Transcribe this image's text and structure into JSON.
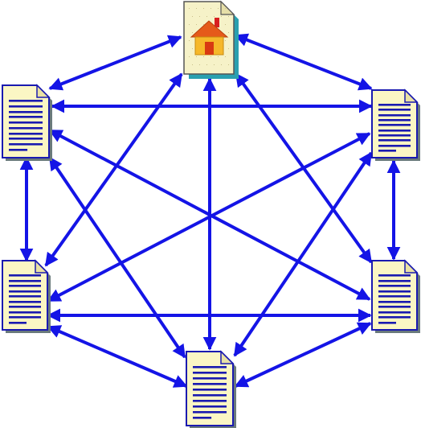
{
  "diagram": {
    "description_free": true,
    "colors": {
      "arrow": "#1414e6",
      "doc_fill": "#fbf6c4",
      "doc_fold": "#e9e1a4",
      "doc_border": "#1a1ab0",
      "doc_lines": "#1a1ab0",
      "doc_shadow": "#6a7a7c",
      "home_fill": "#f6f2c8",
      "home_border": "#555555",
      "home_shadow": "#2aa0b0",
      "house_body": "#f6b82a",
      "house_roof": "#e55a1a",
      "house_door": "#d83a12",
      "house_chimney": "#d82020"
    },
    "nodes": [
      {
        "id": "home",
        "kind": "home-page-icon"
      },
      {
        "id": "top-right",
        "kind": "document-icon"
      },
      {
        "id": "bottom-right",
        "kind": "document-icon"
      },
      {
        "id": "bottom",
        "kind": "document-icon"
      },
      {
        "id": "bottom-left",
        "kind": "document-icon"
      },
      {
        "id": "top-left",
        "kind": "document-icon"
      }
    ],
    "edges": [
      [
        "home",
        "top-right"
      ],
      [
        "home",
        "bottom-right"
      ],
      [
        "home",
        "bottom"
      ],
      [
        "home",
        "bottom-left"
      ],
      [
        "home",
        "top-left"
      ],
      [
        "top-right",
        "bottom-right"
      ],
      [
        "top-right",
        "bottom"
      ],
      [
        "top-right",
        "bottom-left"
      ],
      [
        "top-right",
        "top-left"
      ],
      [
        "bottom-right",
        "bottom"
      ],
      [
        "bottom-right",
        "bottom-left"
      ],
      [
        "bottom-right",
        "top-left"
      ],
      [
        "bottom",
        "bottom-left"
      ],
      [
        "bottom",
        "top-left"
      ],
      [
        "bottom-left",
        "top-left"
      ]
    ],
    "arrowheads": "both-ends"
  }
}
